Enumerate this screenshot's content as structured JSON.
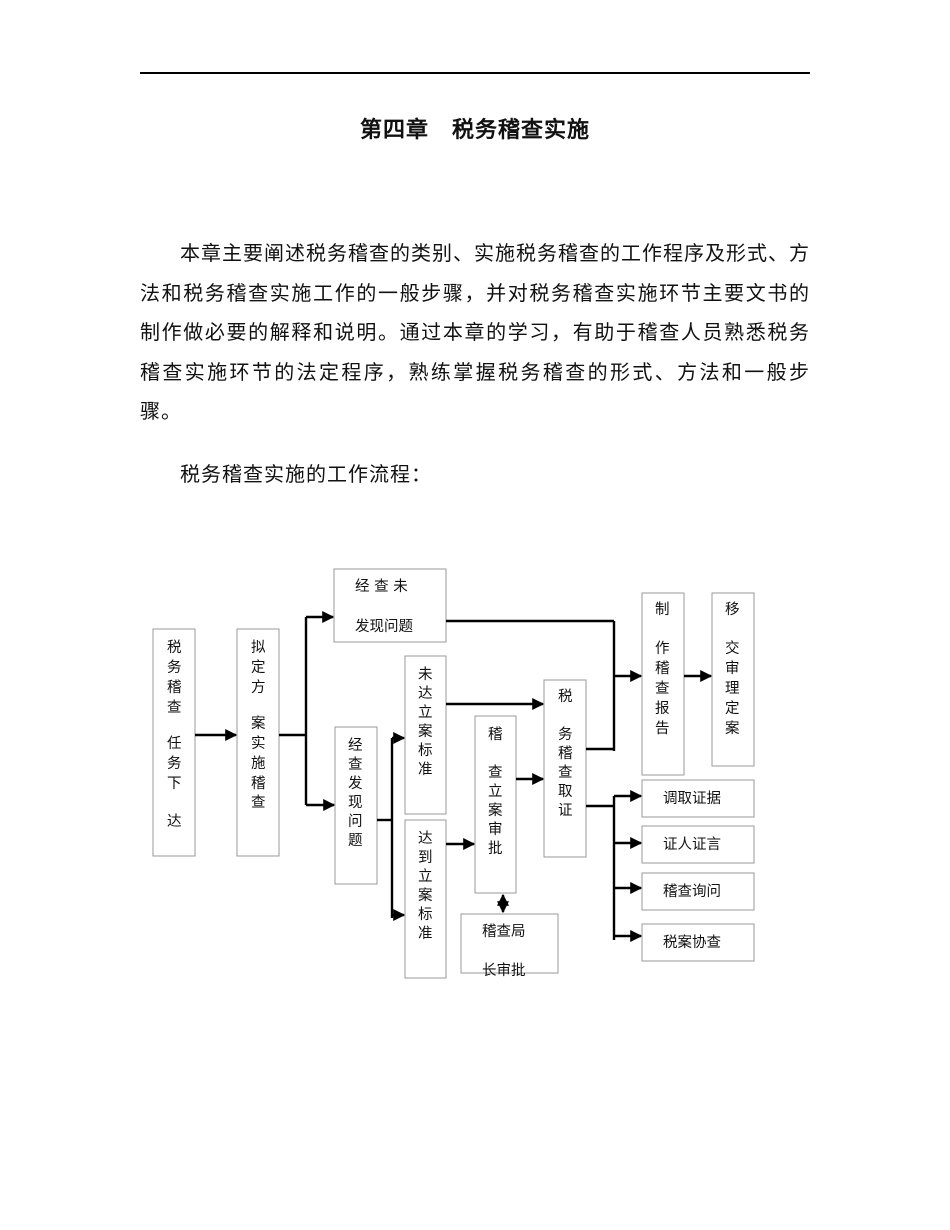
{
  "header": {
    "title": "第四章　税务稽查实施"
  },
  "body": {
    "intro": "本章主要阐述税务稽查的类别、实施税务稽查的工作程序及形式、方法和税务稽查实施工作的一般步骤，并对税务稽查实施环节主要文书的制作做必要的解释和说明。通过本章的学习，有助于稽查人员熟悉税务稽查实施环节的法定程序，熟练掌握税务稽查的形式、方法和一般步骤。",
    "flow_caption": "税务稽查实施的工作流程："
  },
  "flowchart": {
    "nodes": {
      "task": [
        "税",
        "务",
        "稽",
        "查",
        "",
        "任",
        "务",
        "下",
        "",
        "达"
      ],
      "plan": [
        "拟",
        "定",
        "方",
        "",
        "案",
        "实",
        "施",
        "稽",
        "查"
      ],
      "no_issue": [
        "经 查 未",
        "发现问题"
      ],
      "issue_found": [
        "经",
        "查",
        "发",
        "现",
        "问",
        "题"
      ],
      "below_std": [
        "未",
        "达",
        "立",
        "案",
        "标",
        "准"
      ],
      "meet_std": [
        "达",
        "到",
        "立",
        "案",
        "标",
        "准"
      ],
      "approval": [
        "稽",
        "",
        "查",
        "立",
        "案",
        "审",
        "批"
      ],
      "director": [
        "稽查局",
        "长审批"
      ],
      "evidence": [
        "税",
        "",
        "务",
        "稽",
        "查",
        "取",
        "证"
      ],
      "report": [
        "制",
        "",
        "作",
        "稽",
        "查",
        "报",
        "告"
      ],
      "transfer": [
        "移",
        "",
        "交",
        "审",
        "理",
        "定",
        "案"
      ],
      "m1": "调取证据",
      "m2": "证人证言",
      "m3": "稽查询问",
      "m4": "税案协查"
    }
  }
}
